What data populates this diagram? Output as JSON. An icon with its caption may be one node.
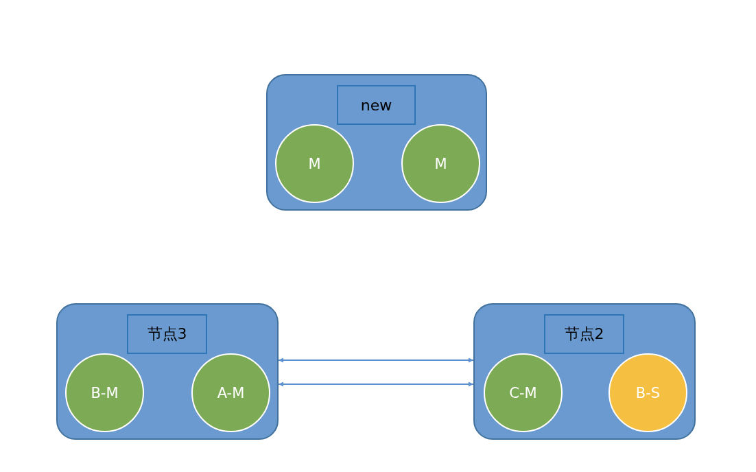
{
  "diagram": {
    "nodes": [
      {
        "text": [],
        "shape": "box"
      },
      {
        "text": [
          "new"
        ],
        "in": 0
      },
      {
        "text": [
          "M"
        ],
        "in": 0
      },
      {
        "text": [
          "M"
        ],
        "in": 0
      },
      {
        "text": [],
        "shape": "box"
      },
      {
        "text": [
          "节点3"
        ],
        "in": 4
      },
      {
        "text": [
          "B-M"
        ],
        "in": 4
      },
      {
        "text": [
          "A-M"
        ],
        "in": 4
      },
      {
        "text": [],
        "shape": "box"
      },
      {
        "text": [
          "节点2"
        ],
        "in": 8
      },
      {
        "text": [
          "C-M"
        ],
        "in": 8
      },
      {
        "text": [
          "B-S"
        ],
        "in": 8
      }
    ],
    "edges": [
      {
        "from": 4,
        "to": 8,
        "arrow": "both"
      },
      {
        "from": 4,
        "to": 8,
        "arrow": "both"
      }
    ]
  }
}
